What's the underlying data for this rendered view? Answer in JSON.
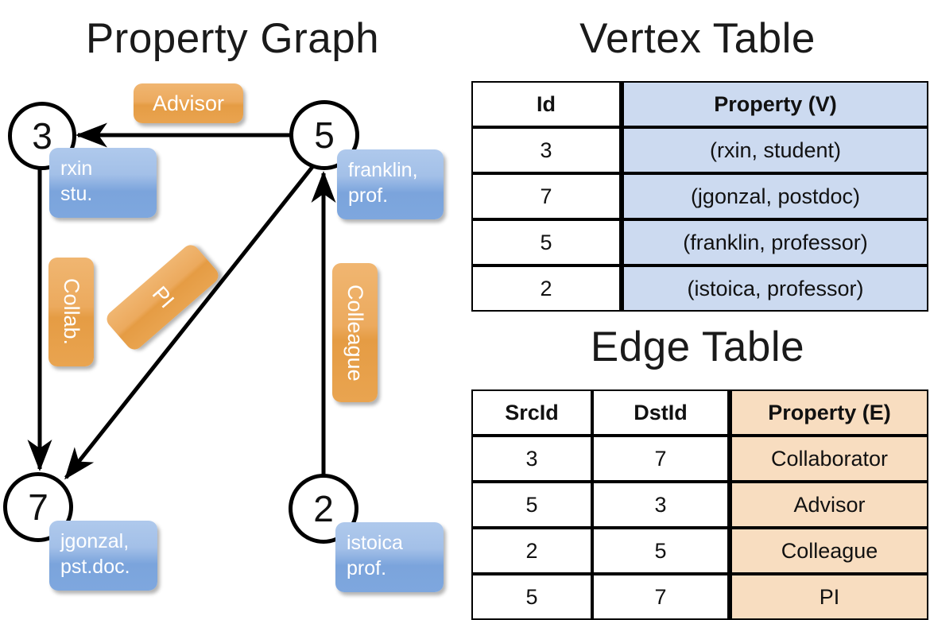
{
  "titles": {
    "property_graph": "Property Graph",
    "vertex_table": "Vertex Table",
    "edge_table": "Edge Table"
  },
  "graph": {
    "nodes": [
      {
        "id": "3",
        "property_line1": "rxin",
        "property_line2": "stu."
      },
      {
        "id": "5",
        "property_line1": "franklin,",
        "property_line2": "prof."
      },
      {
        "id": "7",
        "property_line1": "jgonzal,",
        "property_line2": "pst.doc."
      },
      {
        "id": "2",
        "property_line1": "istoica",
        "property_line2": "prof."
      }
    ],
    "edge_labels": [
      {
        "name": "advisor",
        "text": "Advisor"
      },
      {
        "name": "collab",
        "text": "Collab."
      },
      {
        "name": "pi",
        "text": "PI"
      },
      {
        "name": "colleague",
        "text": "Colleague"
      }
    ]
  },
  "vertex_table": {
    "headers": [
      "Id",
      "Property (V)"
    ],
    "rows": [
      [
        "3",
        "(rxin, student)"
      ],
      [
        "7",
        "(jgonzal, postdoc)"
      ],
      [
        "5",
        "(franklin, professor)"
      ],
      [
        "2",
        "(istoica, professor)"
      ]
    ]
  },
  "edge_table": {
    "headers": [
      "SrcId",
      "DstId",
      "Property (E)"
    ],
    "rows": [
      [
        "3",
        "7",
        "Collaborator"
      ],
      [
        "5",
        "3",
        "Advisor"
      ],
      [
        "2",
        "5",
        "Colleague"
      ],
      [
        "5",
        "7",
        "PI"
      ]
    ]
  },
  "colors": {
    "vertex_property_fill": "#ccdaf0",
    "edge_property_fill": "#f8ddc0",
    "node_box_blue": "#7ba4dc",
    "edge_label_orange": "#e9a450",
    "stroke": "#000000",
    "background": "#ffffff"
  },
  "chart_data": {
    "type": "diagram",
    "title": "Property Graph",
    "nodes": [
      {
        "id": "3",
        "name": "rxin",
        "role": "student"
      },
      {
        "id": "7",
        "name": "jgonzal",
        "role": "postdoc"
      },
      {
        "id": "5",
        "name": "franklin",
        "role": "professor"
      },
      {
        "id": "2",
        "name": "istoica",
        "role": "professor"
      }
    ],
    "edges": [
      {
        "src": "3",
        "dst": "7",
        "label": "Collaborator",
        "short": "Collab."
      },
      {
        "src": "5",
        "dst": "3",
        "label": "Advisor",
        "short": "Advisor"
      },
      {
        "src": "2",
        "dst": "5",
        "label": "Colleague",
        "short": "Colleague"
      },
      {
        "src": "5",
        "dst": "7",
        "label": "PI",
        "short": "PI"
      }
    ]
  }
}
